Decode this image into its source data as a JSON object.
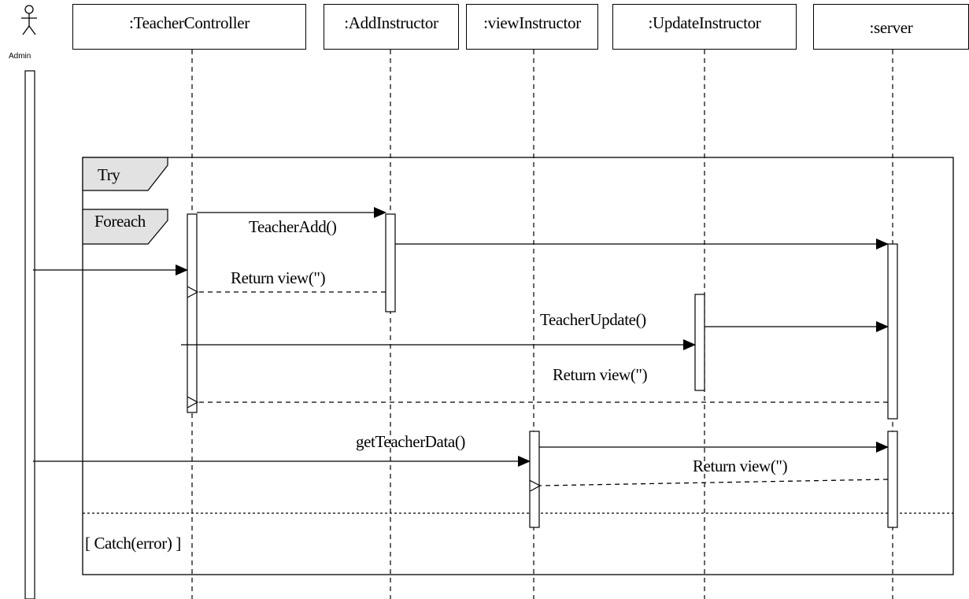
{
  "actor": {
    "label": "Admin",
    "icon": "stick-figure-icon"
  },
  "lifelines": [
    {
      "label": ":TeacherController"
    },
    {
      "label": ":AddInstructor"
    },
    {
      "label": ":viewInstructor"
    },
    {
      "label": ":UpdateInstructor"
    },
    {
      "label": ":server"
    }
  ],
  "fragments": {
    "try": {
      "label": "Try"
    },
    "foreach": {
      "label": "Foreach"
    },
    "catch": {
      "guard": "[ Catch(error) ]"
    }
  },
  "messages": {
    "teacher_add": "TeacherAdd()",
    "return_view_1": "Return view(\")",
    "teacher_update": "TeacherUpdate()",
    "return_view_2": "Return view(\")",
    "get_teacher_data": "getTeacherData()",
    "return_view_3": "Return view(\")"
  }
}
